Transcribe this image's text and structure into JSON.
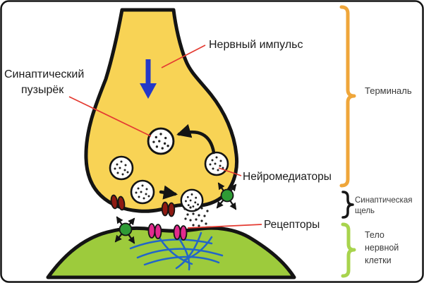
{
  "labels": {
    "nerve_impulse": "Нервный импульс",
    "synaptic_vesicle_line1": "Синаптический",
    "synaptic_vesicle_line2": "пузырёк",
    "neurotransmitters": "Нейромедиаторы",
    "receptors": "Рецепторы",
    "terminal": "Терминаль",
    "synaptic_cleft_line1": "Синаптическая",
    "synaptic_cleft_line2": "щель",
    "cell_body_line1": "Тело",
    "cell_body_line2": "нервной",
    "cell_body_line3": "клетки"
  },
  "colors": {
    "terminal_fill": "#F8D355",
    "cell_fill": "#9DCB3C",
    "terminal_brace": "#EFA63A",
    "cleft_brace": "#161616",
    "cell_brace": "#A8D44D",
    "impulse_arrow": "#2438C8",
    "fiber_blue": "#2265C9",
    "receptor_pink": "#E22A8E",
    "channel_maroon": "#8E1A12",
    "transmitter_green": "#2E9B35",
    "annotation_red": "#E43B32",
    "outline": "#141414"
  }
}
